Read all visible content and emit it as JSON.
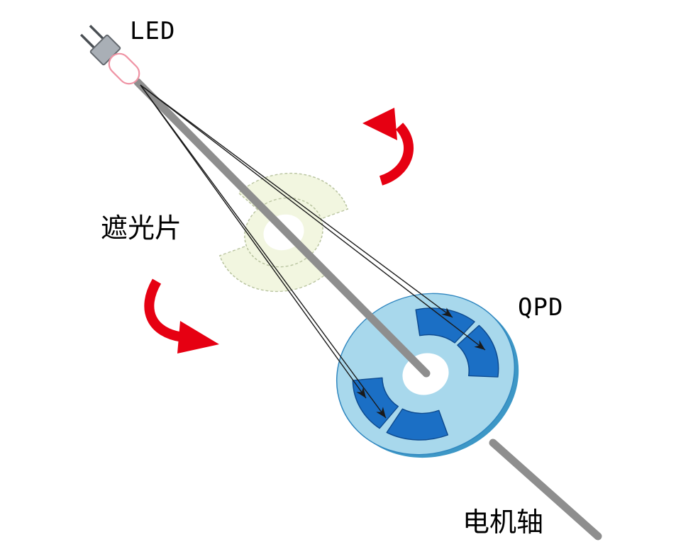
{
  "labels": {
    "led": "LED",
    "shading_disc": "遮光片",
    "qpd": "QPD",
    "motor_shaft": "电机轴"
  },
  "colors": {
    "background": "#ffffff",
    "shaft_gray": "#8e8e8e",
    "led_body_fill": "#a9afb6",
    "led_body_edge": "#63686e",
    "led_wire": "#4a4f54",
    "led_bulb_fill": "#ffffff",
    "led_bulb_edge": "#ef93a4",
    "shading_disc_fill": "#f2f6e0",
    "shading_disc_edge": "#b9c4a0",
    "shading_disc_hole": "#ffffff",
    "qpd_rim": "#3d97c6",
    "qpd_disc_fill": "#a8d8ec",
    "qpd_disc_edge": "#2f86bf",
    "qpd_segment_fill": "#1b6fc5",
    "qpd_segment_edge": "#0d4a8f",
    "qpd_hole": "#ffffff",
    "rotation_arrow_red": "#e60012",
    "ray_black": "#1a1a1a",
    "label_black": "#000000"
  }
}
